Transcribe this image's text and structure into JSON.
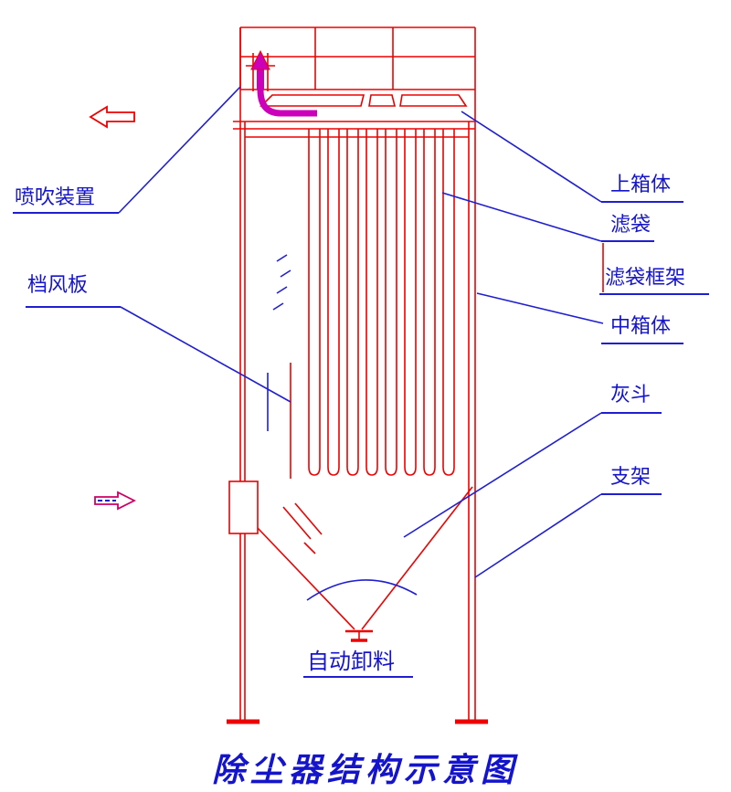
{
  "title": "除尘器结构示意图",
  "labels": {
    "penchui": "喷吹装置",
    "dangfengban": "档风板",
    "shangxiangti": "上箱体",
    "lvdai": "滤袋",
    "lvdaikuangjia": "滤袋框架",
    "zhongxiangti": "中箱体",
    "huidou": "灰斗",
    "zhijia": "支架",
    "zidongxieliao": "自动卸料"
  },
  "colors": {
    "drawing_red": "#ee0000",
    "pipe_magenta": "#cc00bb",
    "leader_blue": "#1f1fd0",
    "label_blue": "#1414cd"
  },
  "icons": {
    "outlet_arrow": "arrow-left",
    "inlet_arrow": "arrow-right",
    "pulse_arrow": "arrow-up"
  }
}
